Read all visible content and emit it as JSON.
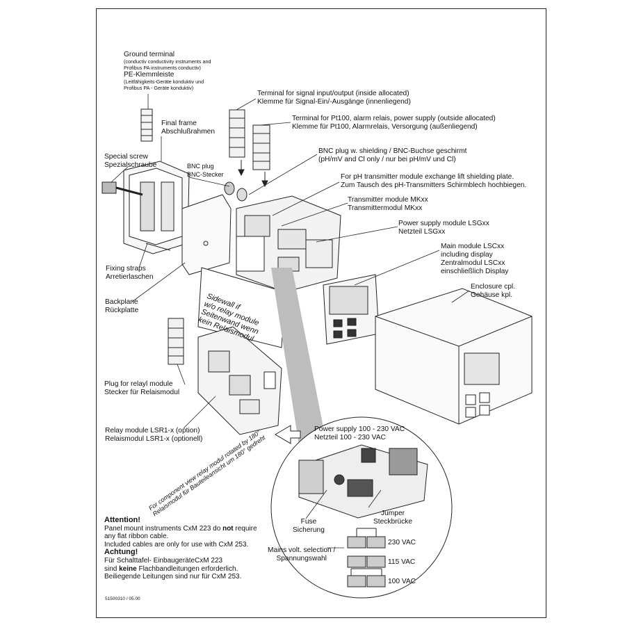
{
  "labels": {
    "ground": {
      "l1": "Ground terminal",
      "l2": "(conductiv conductivity instruments and",
      "l3": " Profibus PA instruments conductiv)",
      "l4": "PE-Klemmleiste",
      "l5": "(Leitfähigkeits-Geräte konduktiv und",
      "l6": " Profibus PA - Geräte konduktiv)"
    },
    "final_frame": {
      "l1": "Final frame",
      "l2": "Abschlußrahmen"
    },
    "special_screw": {
      "l1": "Special screw",
      "l2": "Spezialschraube"
    },
    "bnc_plug": {
      "l1": "BNC plug",
      "l2": "BNC-Stecker"
    },
    "terminal_signal": {
      "l1": "Terminal for signal input/output (inside allocated)",
      "l2": "Klemme für Signal-Ein/-Ausgänge (innenliegend)"
    },
    "terminal_pt100": {
      "l1": "Terminal for Pt100, alarm relais, power supply (outside allocated)",
      "l2": "Klemme für Pt100, Alarmrelais, Versorgung (außenliegend)"
    },
    "bnc_socket": {
      "l1": "BNC plug w. shielding / BNC-Buchse geschirmt",
      "l2": "(pH/mV and Cl only / nur bei pH/mV und Cl)"
    },
    "ph_exchange": {
      "l1": "For pH transmitter module exchange lift shielding plate.",
      "l2": "Zum Tausch des pH-Transmitters Schirmblech hochbiegen."
    },
    "transmitter": {
      "l1": "Transmitter module MKxx",
      "l2": "Transmittermodul MKxx"
    },
    "power_supply_mod": {
      "l1": "Power supply module LSGxx",
      "l2": "Netzteil LSGxx"
    },
    "main_module": {
      "l1": "Main module LSCxx",
      "l2": "including display",
      "l3": "Zentralmodul LSCxx",
      "l4": "einschließlich Display"
    },
    "enclosure": {
      "l1": "Enclosure cpl.",
      "l2": "Gehäuse kpl."
    },
    "fixing_straps": {
      "l1": "Fixing straps",
      "l2": "Arretierlaschen"
    },
    "backplane": {
      "l1": "Backplane",
      "l2": "Rückplatte"
    },
    "sidewall": {
      "l1": "Sidewall if",
      "l2": "w/o relay module",
      "l3": "Seitenwand wenn",
      "l4": "kein Relaismodul"
    },
    "plug_relay": {
      "l1": "Plug for relayl module",
      "l2": "Stecker für Relaismodul"
    },
    "relay_module": {
      "l1": "Relay module LSR1-x (option)",
      "l2": "Relaismodul LSR1-x (optionell)"
    },
    "rotated_note": {
      "l1": "For component view relay modul rotated by 180°",
      "l2": "Relaismodul für Bauteileansicht um 180° gedreht"
    },
    "power_supply": {
      "l1": "Power supply 100 - 230 VAC",
      "l2": "Netzteil 100 - 230 VAC"
    },
    "fuse": {
      "l1": "Fuse",
      "l2": "Sicherung"
    },
    "jumper": {
      "l1": "Jumper",
      "l2": "Steckbrücke"
    },
    "mains": {
      "l1": "Mains volt. selection /",
      "l2": "Spannungswahl"
    },
    "v230": "230 VAC",
    "v115": "115 VAC",
    "v100": "100 VAC"
  },
  "attention": {
    "title_en": "Attention!",
    "en_l1_a": "Panel mount instruments CxM 223 do ",
    "en_l1_b": "not",
    "en_l1_c": " require",
    "en_l2": "any flat ribbon cable.",
    "en_l3": "Included cables are only for use with CxM 253.",
    "title_de": "Achtung!",
    "de_l1": "Für Schalttafel- EinbaugeräteCxM 223",
    "de_l2_a": "sind ",
    "de_l2_b": "keine",
    "de_l2_c": " Flachbandleitungen erforderlich.",
    "de_l3": "Beiliegende Leitungen sind nur für CxM 253."
  },
  "doc_code": "51500310 / 05.00"
}
